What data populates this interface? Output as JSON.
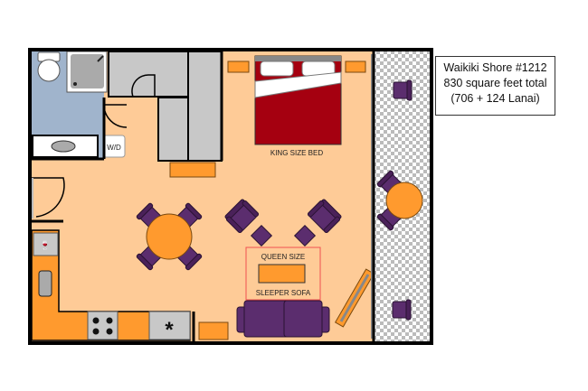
{
  "info": {
    "unit_name": "Waikiki Shore #1212",
    "area_total": "830 square feet total",
    "area_breakdown": "(706 + 124 Lanai)"
  },
  "labels": {
    "bed": "KING SIZE BED",
    "sleeper_top": "QUEEN SIZE",
    "sleeper_bottom": "SLEEPER SOFA",
    "washer_dryer": "W/D"
  },
  "colors": {
    "floor": "#fecb97",
    "bath": "#a0b4cc",
    "closet": "#c8c8c8",
    "bed": "#a50010",
    "furniture": "#ff9a2e",
    "upholstery": "#5b2d6e",
    "wall": "#000000"
  }
}
